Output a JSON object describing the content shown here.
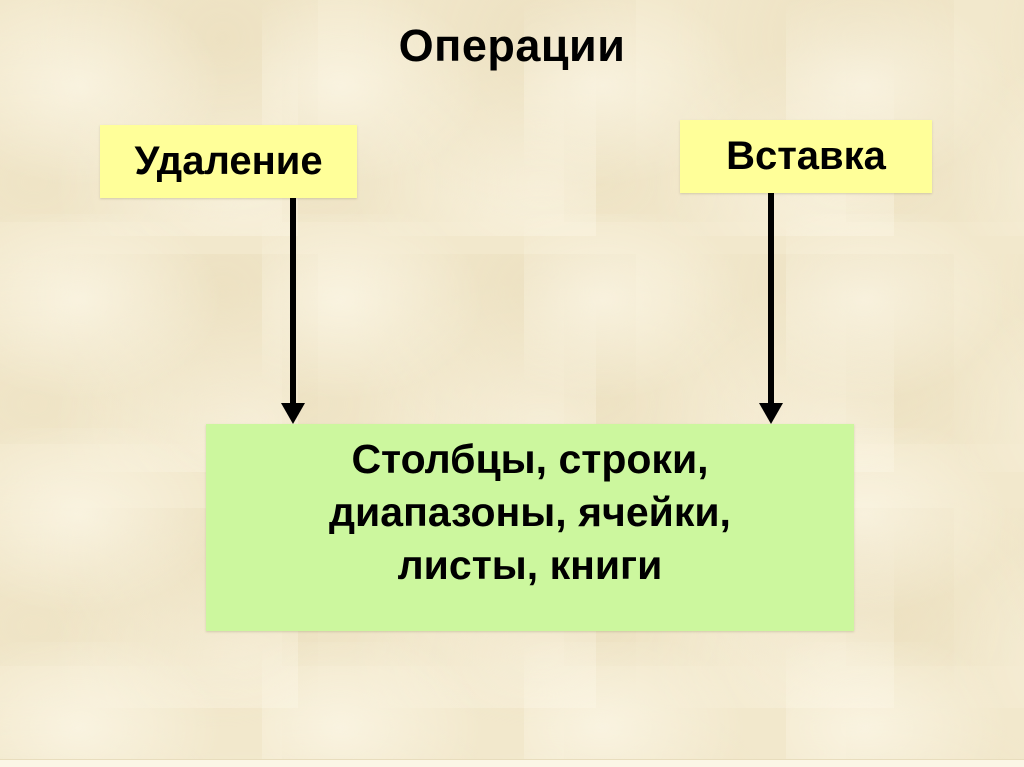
{
  "slide": {
    "title": "Операции",
    "boxes": {
      "delete": {
        "label": "Удаление"
      },
      "insert": {
        "label": "Вставка"
      },
      "targets": {
        "lines": {
          "0": "Столбцы, строки,",
          "1": "диапазоны, ячейки,",
          "2": "листы, книги"
        }
      }
    },
    "colors": {
      "background": "#f2e8cc",
      "operation_box": "#ffff99",
      "targets_box": "#ccf79e",
      "arrow": "#000000",
      "text": "#000000"
    }
  }
}
